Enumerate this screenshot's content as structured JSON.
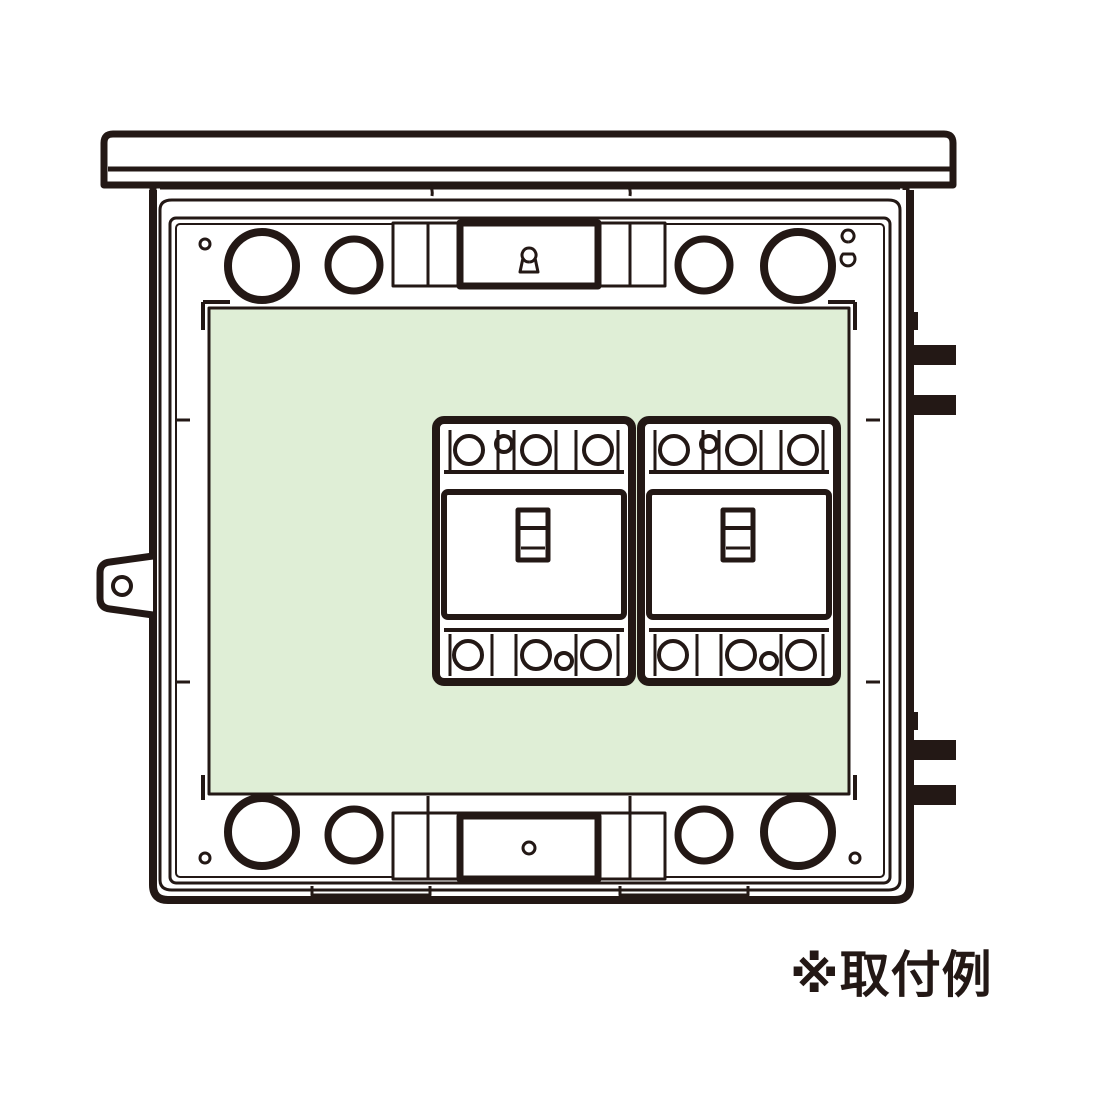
{
  "figure": {
    "caption": "※取付例",
    "subject": "enclosure-with-two-breakers-mounted-on-panel",
    "colors": {
      "line": "#231815",
      "panel_fill": "#dfeed6",
      "background": "#ffffff"
    },
    "breakers": [
      {
        "label": "breaker-left"
      },
      {
        "label": "breaker-right"
      }
    ]
  }
}
